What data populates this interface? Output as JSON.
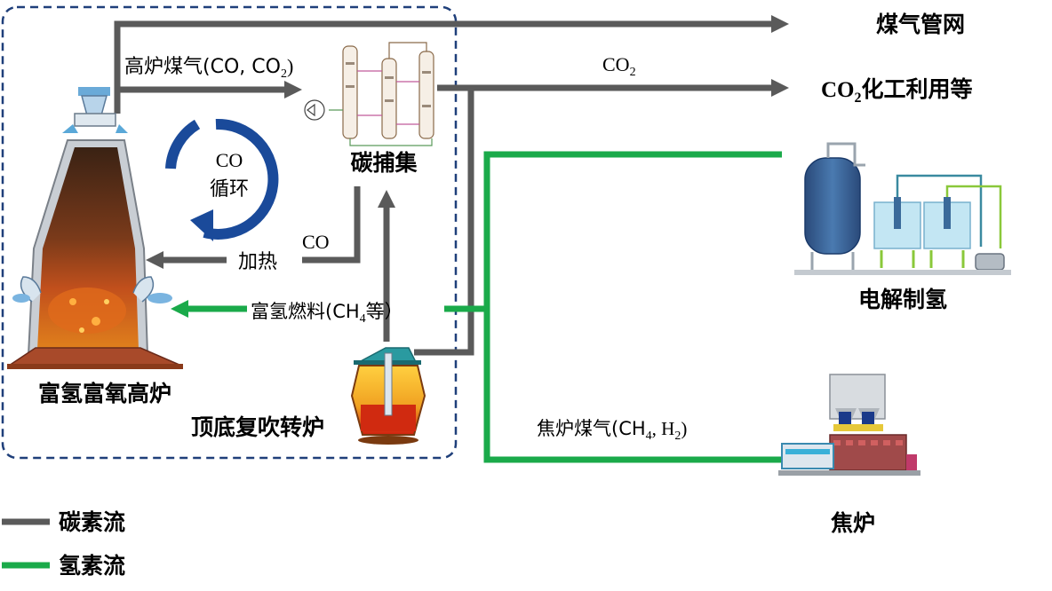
{
  "labels": {
    "furnace": "富氢富氧高炉",
    "converter": "顶底复吹转炉",
    "carbon_capture": "碳捕集",
    "gas_network": "煤气管网",
    "co2_use_pre": "CO",
    "co2_use_sub": "2",
    "co2_use_post": "化工利用等",
    "electrolysis": "电解制氢",
    "coke_oven": "焦炉",
    "bf_gas_pre": "高炉煤气(CO, CO",
    "bf_gas_sub": "2",
    "bf_gas_post": ")",
    "co2_flow_pre": "CO",
    "co2_flow_sub": "2",
    "co_cycle_line1": "CO",
    "co_cycle_line2": "循环",
    "heating": "加热",
    "co_return": "CO",
    "h2_fuel_pre": "富氢燃料(CH",
    "h2_fuel_sub": "4",
    "h2_fuel_post": "等）",
    "coke_gas_pre": "焦炉煤气(CH",
    "coke_gas_sub1": "4",
    "coke_gas_mid": ", H",
    "coke_gas_sub2": "2",
    "coke_gas_post": ")"
  },
  "legend": {
    "carbon": "碳素流",
    "hydrogen": "氢素流"
  },
  "colors": {
    "carbon_flow": "#5a5a5a",
    "hydrogen_flow": "#1aaa4a",
    "boundary": "#1f3f7a",
    "co_cycle": "#1a4a9a"
  }
}
